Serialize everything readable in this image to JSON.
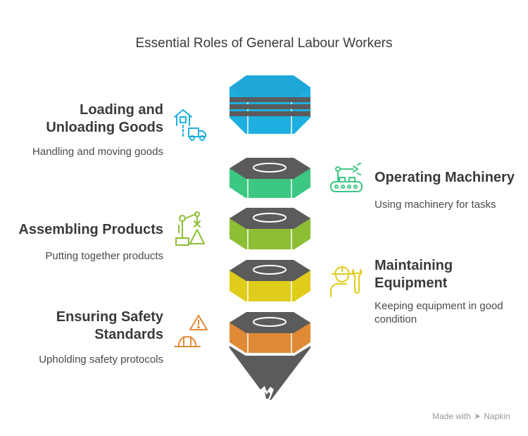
{
  "title": "Essential Roles of General Labour Workers",
  "roles": [
    {
      "label_line1": "Loading and",
      "label_line2": "Unloading Goods",
      "description": "Handling and moving goods",
      "color": "#1eaee0",
      "icon": "warehouse-truck-icon"
    },
    {
      "label_line1": "Operating Machinery",
      "label_line2": "",
      "description": "Using machinery for tasks",
      "color": "#3cc882",
      "icon": "conveyor-robot-icon"
    },
    {
      "label_line1": "Assembling Products",
      "label_line2": "",
      "description": "Putting together products",
      "color": "#8dbf35",
      "icon": "robot-arm-icon"
    },
    {
      "label_line1": "Maintaining",
      "label_line2": "Equipment",
      "description_line1": "Keeping equipment in good",
      "description_line2": "condition",
      "color": "#e0cc1a",
      "icon": "worker-wrench-icon"
    },
    {
      "label_line1": "Ensuring Safety",
      "label_line2": "Standards",
      "description": "Upholding safety protocols",
      "color": "#e08a35",
      "icon": "hardhat-warning-icon"
    }
  ],
  "footer": {
    "made_with": "Made with",
    "brand": "Napkin"
  },
  "colors": {
    "dark_cap": "#5b5b5b",
    "text": "#3a3a3a"
  }
}
